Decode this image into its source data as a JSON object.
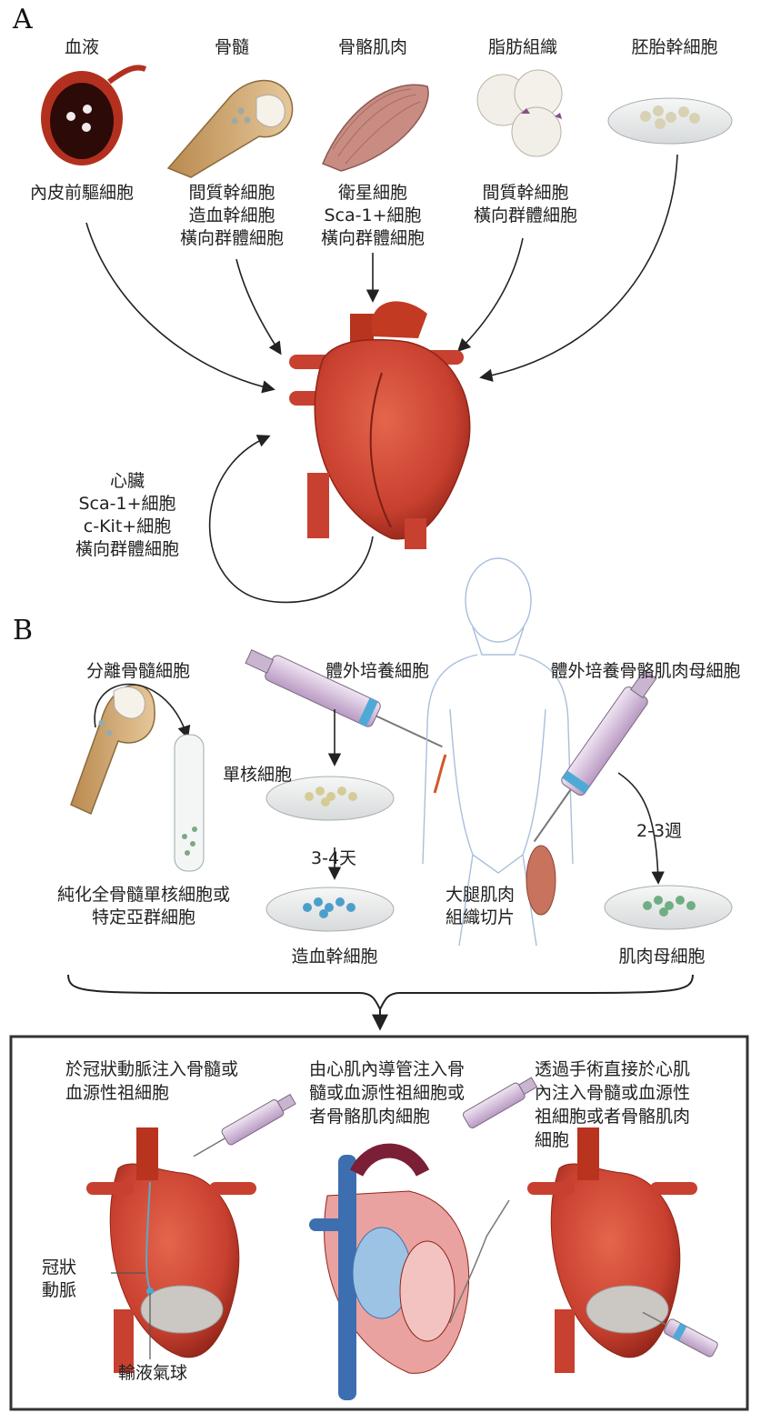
{
  "panels": {
    "a": "A",
    "b": "B"
  },
  "section_a": {
    "sources": [
      {
        "name": "血液",
        "cells": [
          "內皮前驅細胞"
        ]
      },
      {
        "name": "骨髓",
        "cells": [
          "間質幹細胞",
          "造血幹細胞",
          "橫向群體細胞"
        ]
      },
      {
        "name": "骨骼肌肉",
        "cells": [
          "衛星細胞",
          "Sca-1+細胞",
          "橫向群體細胞"
        ]
      },
      {
        "name": "脂肪組織",
        "cells": [
          "間質幹細胞",
          "橫向群體細胞"
        ]
      },
      {
        "name": "胚胎幹細胞",
        "cells": []
      }
    ],
    "heart_cells": [
      "心臟",
      "Sca-1+細胞",
      "c-Kit+細胞",
      "橫向群體細胞"
    ]
  },
  "section_b": {
    "isolate": "分離骨髓細胞",
    "purify": [
      "純化全骨髓單核細胞或",
      "特定亞群細胞"
    ],
    "culture_cells": "體外培養細胞",
    "mononuclear": "單核細胞",
    "days": "3-4天",
    "hsc": "造血幹細胞",
    "culture_myoblast": "體外培養骨骼肌肉母細胞",
    "weeks": "2-3週",
    "thigh": [
      "大腿肌肉",
      "組織切片"
    ],
    "myoblast": "肌肉母細胞"
  },
  "delivery": [
    {
      "text": [
        "於冠狀動脈注入骨髓或",
        "血源性祖細胞"
      ]
    },
    {
      "text": [
        "由心肌內導管注入骨",
        "髓或血源性祖細胞或",
        "者骨骼肌肉細胞"
      ]
    },
    {
      "text": [
        "透過手術直接於心肌",
        "內注入骨髓或血源性",
        "祖細胞或者骨骼肌肉",
        "細胞"
      ]
    }
  ],
  "annotations": {
    "coronary": [
      "冠狀",
      "動脈"
    ],
    "balloon": "輸液氣球"
  },
  "colors": {
    "heart": "#c8402f",
    "heart_dark": "#8f2418",
    "vein_blue": "#3d6fb0",
    "line": "#222222"
  }
}
